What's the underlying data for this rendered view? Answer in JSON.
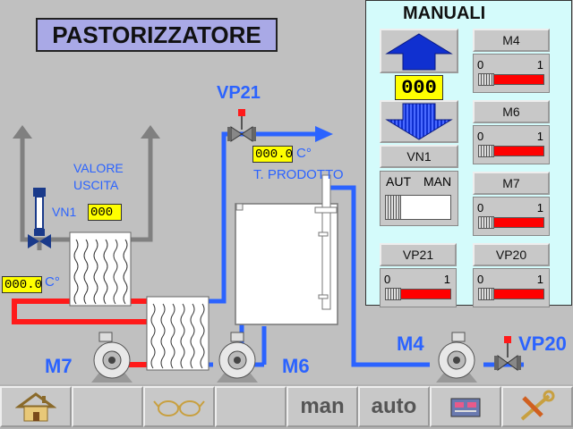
{
  "title": "PASTORIZZATORE",
  "labels": {
    "vp21": "VP21",
    "vp20": "VP20",
    "valore_uscita_line1": "VALORE",
    "valore_uscita_line2": "USCITA",
    "vn1": "VN1",
    "t_prodotto": "T. PRODOTTO",
    "degree_unit": "C°",
    "m7": "M7",
    "m6": "M6",
    "m4": "M4"
  },
  "values": {
    "vn1_output": "000",
    "product_temp": "000.0",
    "inlet_temp": "000.0"
  },
  "manual_panel": {
    "title": "MANUALI",
    "setpoint_value": "000",
    "vn1_button": "VN1",
    "aut_label": "AUT",
    "man_label": "MAN",
    "toggles": [
      {
        "name": "M4",
        "lo": "0",
        "hi": "1"
      },
      {
        "name": "M6",
        "lo": "0",
        "hi": "1"
      },
      {
        "name": "M7",
        "lo": "0",
        "hi": "1"
      },
      {
        "name": "VP21",
        "lo": "0",
        "hi": "1"
      },
      {
        "name": "VP20",
        "lo": "0",
        "hi": "1"
      }
    ]
  },
  "toolbar": {
    "man_label": "man",
    "auto_label": "auto"
  },
  "colors": {
    "pipe_blue": "#2b63ff",
    "pipe_red": "#ff1a1a",
    "pipe_gray": "#808080",
    "panel_bg": "#d4fbfb",
    "value_bg": "#ffff00"
  }
}
